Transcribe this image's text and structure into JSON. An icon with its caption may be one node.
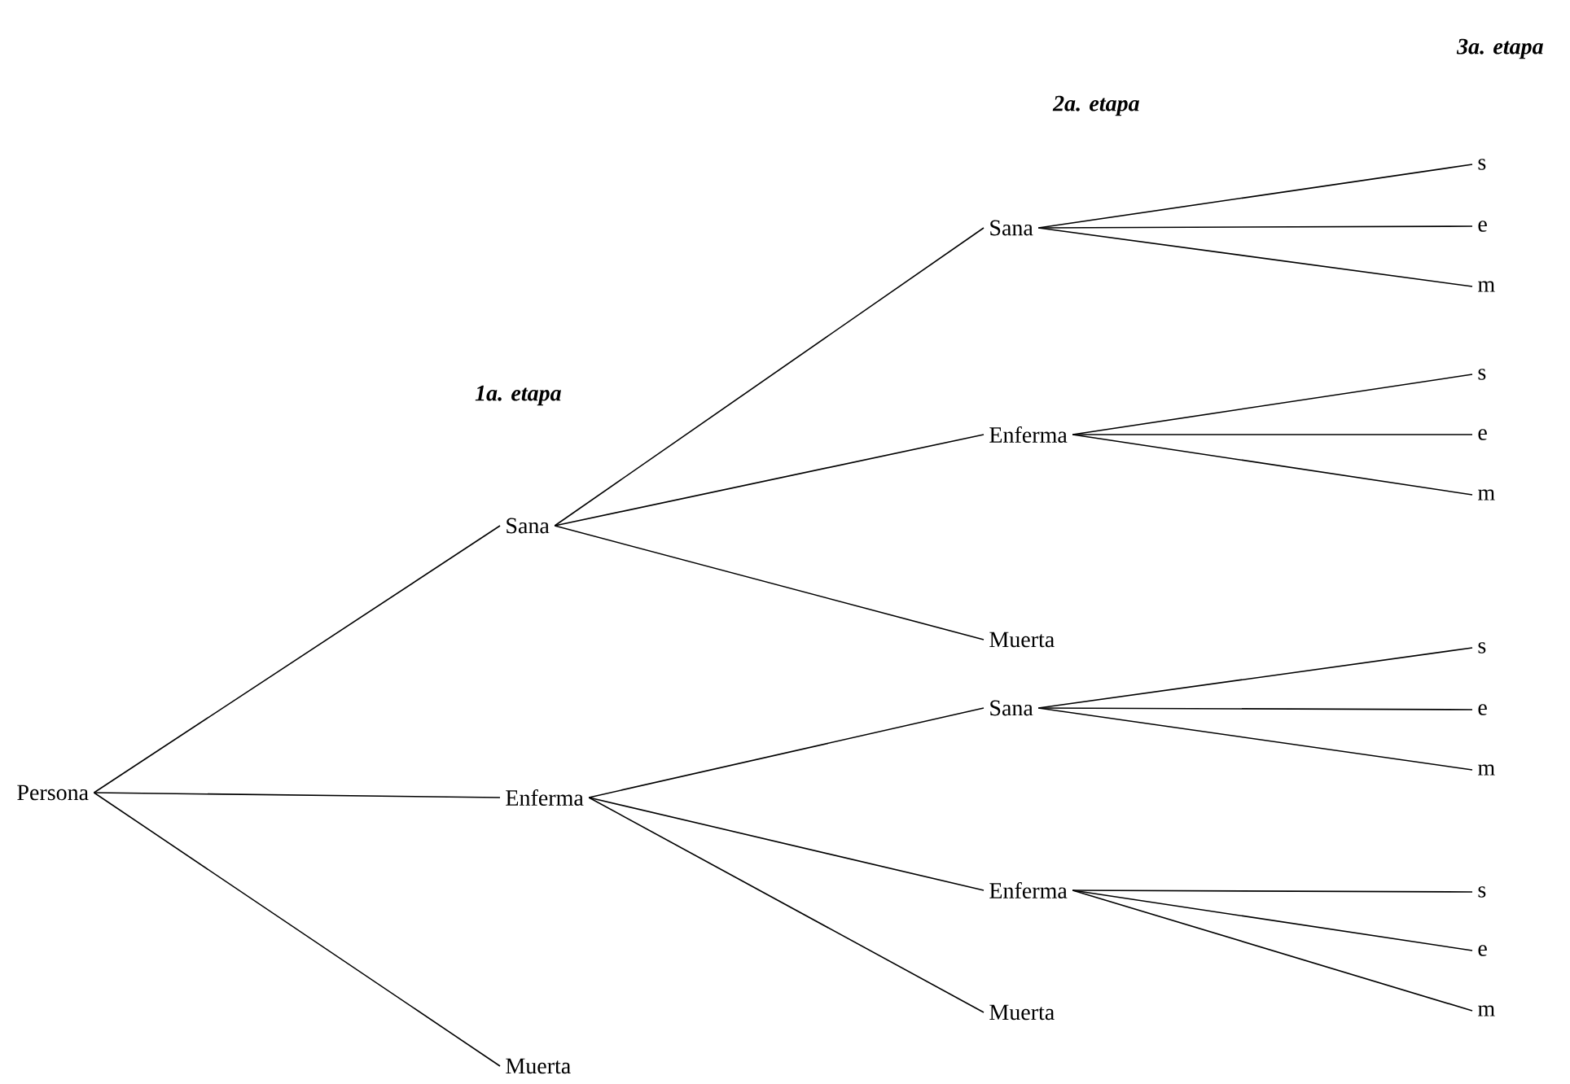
{
  "diagram": {
    "nodes": [
      {
        "text": [
          "Persona"
        ]
      },
      {
        "text": [
          "Sana"
        ]
      },
      {
        "text": [
          "Enferma"
        ]
      },
      {
        "text": [
          "Muerta"
        ]
      },
      {
        "text": [
          "Sana"
        ]
      },
      {
        "text": [
          "Enferma"
        ]
      },
      {
        "text": [
          "Muerta"
        ]
      },
      {
        "text": [
          "Sana"
        ]
      },
      {
        "text": [
          "Enferma"
        ]
      },
      {
        "text": [
          "Muerta"
        ]
      },
      {
        "text": [
          "s"
        ]
      },
      {
        "text": [
          "e"
        ]
      },
      {
        "text": [
          "m"
        ]
      },
      {
        "text": [
          "s"
        ]
      },
      {
        "text": [
          "e"
        ]
      },
      {
        "text": [
          "m"
        ]
      },
      {
        "text": [
          "s"
        ]
      },
      {
        "text": [
          "e"
        ]
      },
      {
        "text": [
          "m"
        ]
      },
      {
        "text": [
          "s"
        ]
      },
      {
        "text": [
          "e"
        ]
      },
      {
        "text": [
          "m"
        ]
      }
    ],
    "edges": [
      {
        "from": 0,
        "to": 1,
        "arrow": "none"
      },
      {
        "from": 0,
        "to": 2,
        "arrow": "none"
      },
      {
        "from": 0,
        "to": 3,
        "arrow": "none"
      },
      {
        "from": 1,
        "to": 4,
        "arrow": "none"
      },
      {
        "from": 1,
        "to": 5,
        "arrow": "none"
      },
      {
        "from": 1,
        "to": 6,
        "arrow": "none"
      },
      {
        "from": 2,
        "to": 7,
        "arrow": "none"
      },
      {
        "from": 2,
        "to": 8,
        "arrow": "none"
      },
      {
        "from": 2,
        "to": 9,
        "arrow": "none"
      },
      {
        "from": 4,
        "to": 10,
        "arrow": "none"
      },
      {
        "from": 4,
        "to": 11,
        "arrow": "none"
      },
      {
        "from": 4,
        "to": 12,
        "arrow": "none"
      },
      {
        "from": 5,
        "to": 13,
        "arrow": "none"
      },
      {
        "from": 5,
        "to": 14,
        "arrow": "none"
      },
      {
        "from": 5,
        "to": 15,
        "arrow": "none"
      },
      {
        "from": 7,
        "to": 16,
        "arrow": "none"
      },
      {
        "from": 7,
        "to": 17,
        "arrow": "none"
      },
      {
        "from": 7,
        "to": 18,
        "arrow": "none"
      },
      {
        "from": 8,
        "to": 19,
        "arrow": "none"
      },
      {
        "from": 8,
        "to": 20,
        "arrow": "none"
      },
      {
        "from": 8,
        "to": 21,
        "arrow": "none"
      }
    ],
    "labels": [
      "3a. etapa",
      "2a. etapa",
      "1a. etapa"
    ]
  }
}
